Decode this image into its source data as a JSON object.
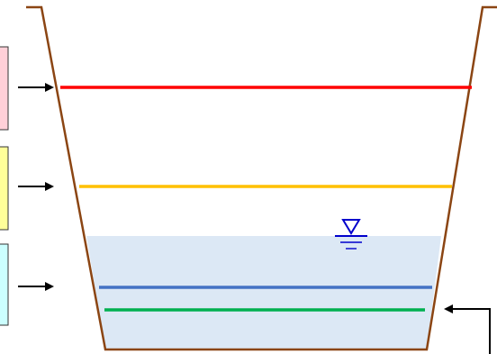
{
  "colors": {
    "channel_wall": "#8B4513",
    "water_fill": "#DCE8F5",
    "level_top": "#FF0000",
    "level_middle": "#FFC000",
    "level_water_upper": "#4472C4",
    "level_water_lower": "#00B050",
    "water_symbol": "#0000CC",
    "arrow": "#000000",
    "box_top_fill": "#FFD0D8",
    "box_middle_fill": "#FFFF99",
    "box_bottom_fill": "#CCFFFF"
  },
  "icons": {
    "water_surface": "water-surface-triangle-icon",
    "pointer": "arrow-right-icon",
    "inflow": "arrow-left-elbow-icon"
  },
  "label_boxes": [
    {
      "name": "label-box-top",
      "color_key": "box_top_fill"
    },
    {
      "name": "label-box-middle",
      "color_key": "box_middle_fill"
    },
    {
      "name": "label-box-bottom",
      "color_key": "box_bottom_fill"
    }
  ]
}
